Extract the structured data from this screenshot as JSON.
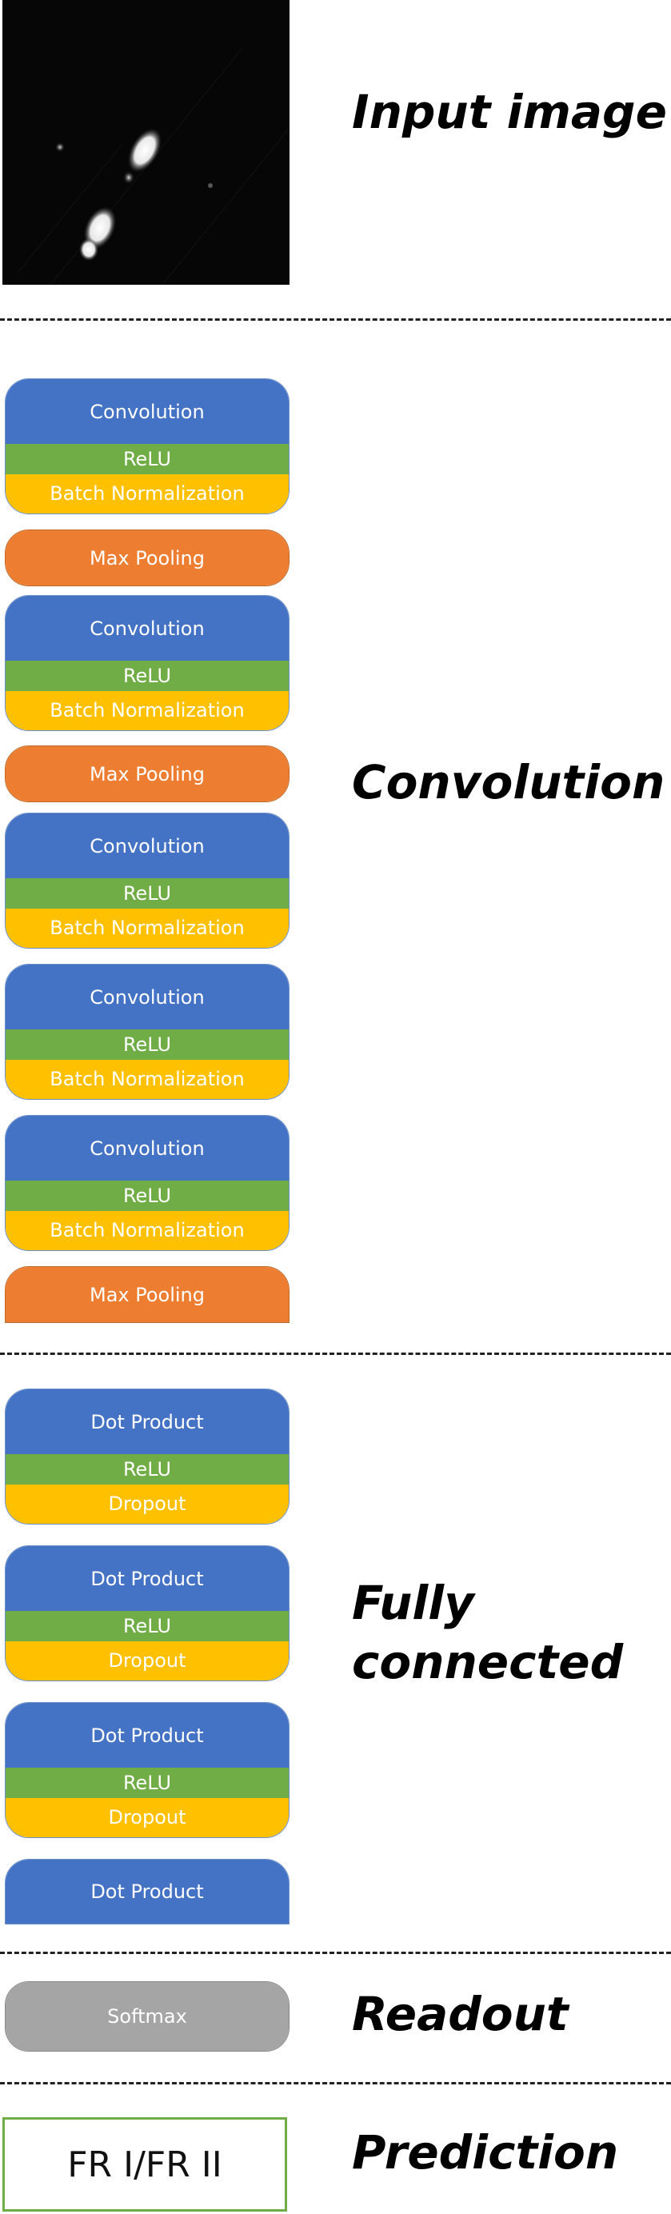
{
  "stages": {
    "input": "Input image",
    "convolution": "Convolution",
    "fully_connected_line1": "Fully",
    "fully_connected_line2": "connected",
    "readout": "Readout",
    "prediction": "Prediction"
  },
  "conv_blocks": [
    {
      "conv": "Convolution",
      "relu": "ReLU",
      "bn": "Batch Normalization"
    },
    {
      "pool": "Max Pooling"
    },
    {
      "conv": "Convolution",
      "relu": "ReLU",
      "bn": "Batch Normalization"
    },
    {
      "pool": "Max Pooling"
    },
    {
      "conv": "Convolution",
      "relu": "ReLU",
      "bn": "Batch Normalization"
    },
    {
      "conv": "Convolution",
      "relu": "ReLU",
      "bn": "Batch Normalization"
    },
    {
      "conv": "Convolution",
      "relu": "ReLU",
      "bn": "Batch Normalization"
    },
    {
      "pool": "Max Pooling"
    }
  ],
  "fc_blocks": [
    {
      "dot": "Dot Product",
      "relu": "ReLU",
      "dropout": "Dropout"
    },
    {
      "dot": "Dot Product",
      "relu": "ReLU",
      "dropout": "Dropout"
    },
    {
      "dot": "Dot Product",
      "relu": "ReLU",
      "dropout": "Dropout"
    },
    {
      "dot": "Dot Product"
    }
  ],
  "readout": {
    "label": "Softmax"
  },
  "prediction": {
    "label": "FR I/FR II"
  },
  "colors": {
    "convolution": "#4472c4",
    "relu": "#70ad47",
    "batch_norm": "#ffc000",
    "pooling": "#ed7d31",
    "softmax": "#a5a5a5",
    "prediction_border": "#70ad47"
  }
}
